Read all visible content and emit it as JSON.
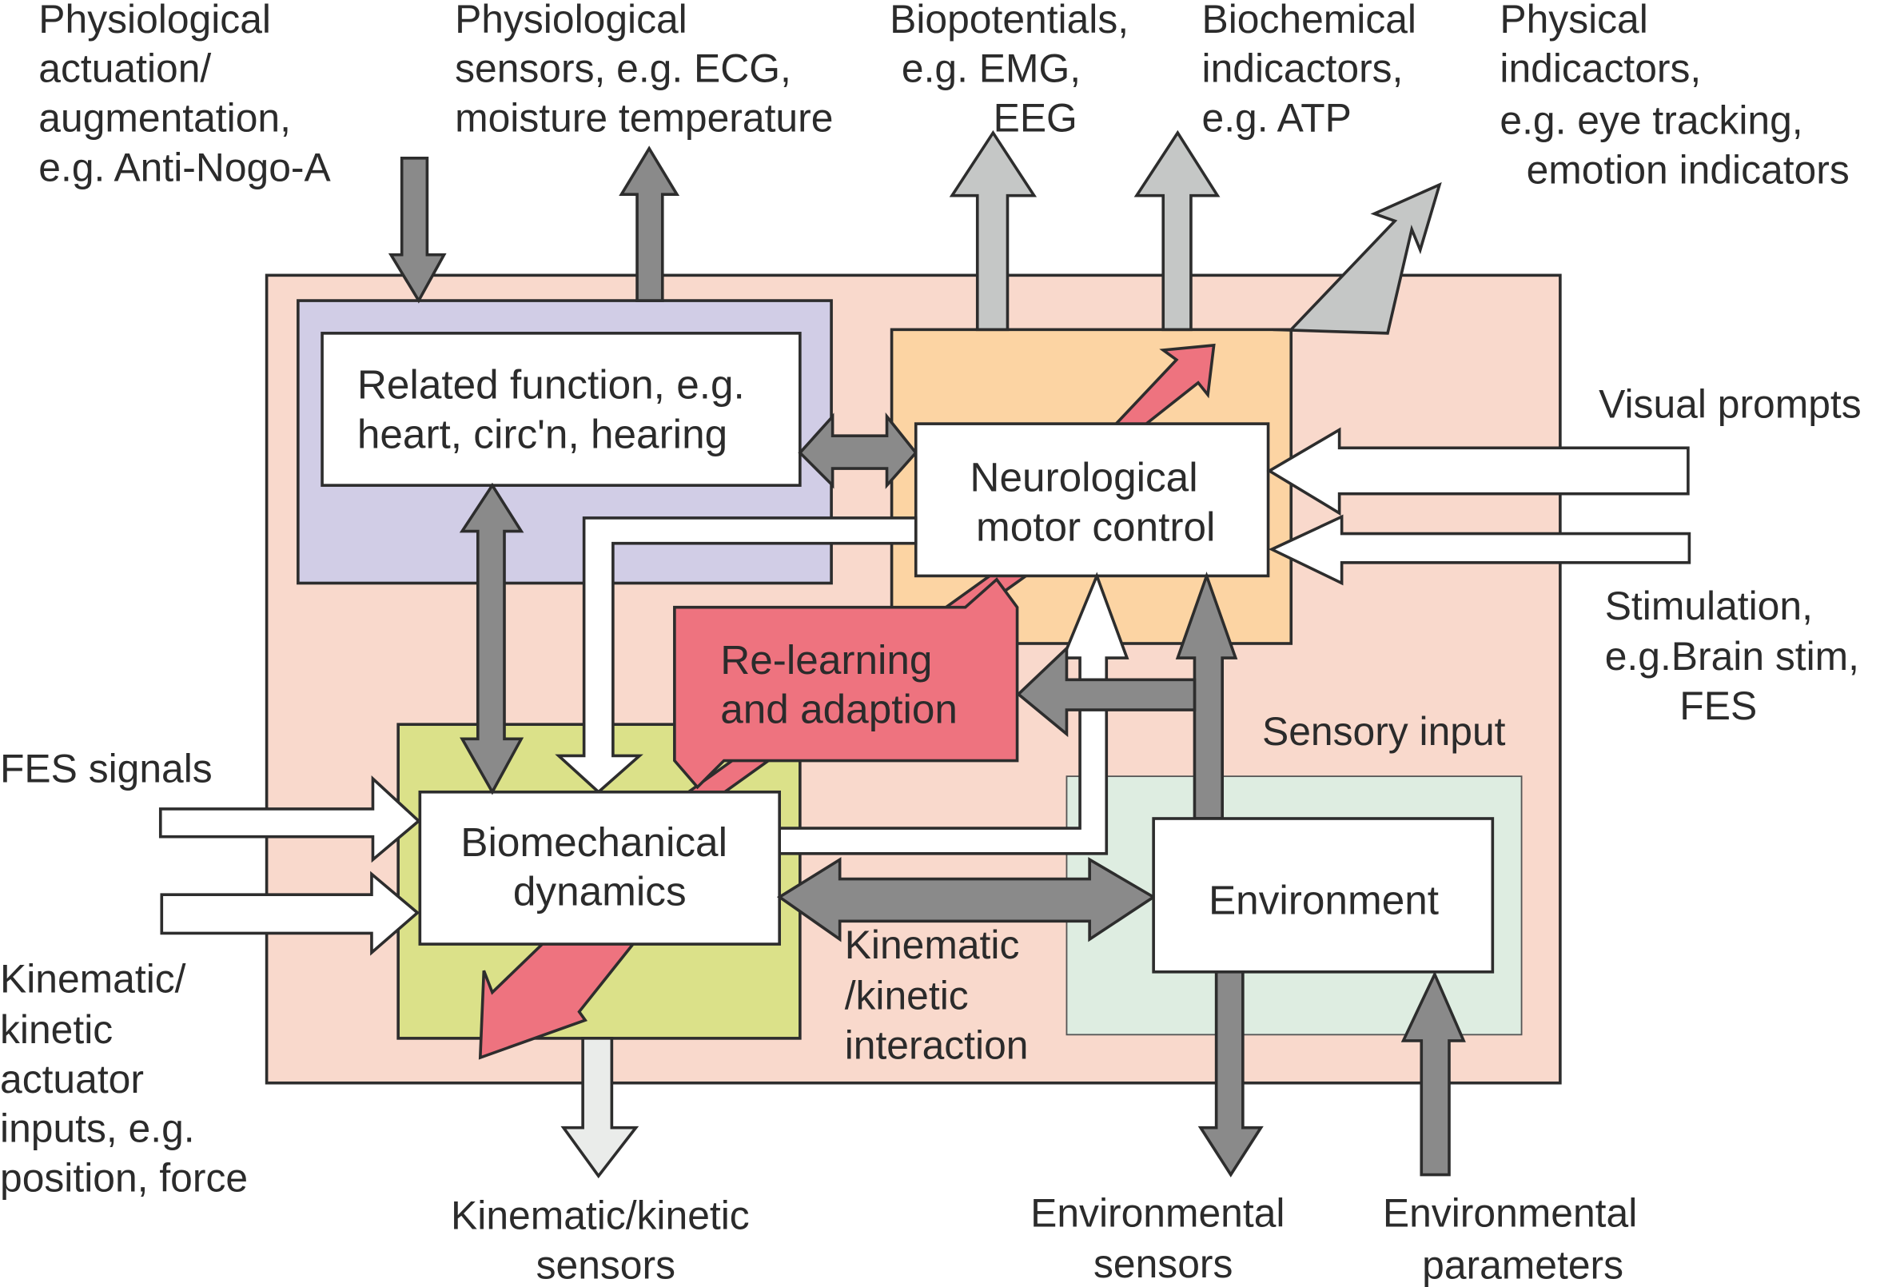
{
  "colors": {
    "outer_system": "#f9d9cc",
    "related_region": "#d1cde6",
    "neuro_region": "#fcd4a3",
    "relearning": "#ee737f",
    "biomech_region": "#dbe189",
    "environment_region": "#deede1",
    "box_fill": "#ffffff",
    "arrow_dark": "#8a8a8a",
    "arrow_light": "#c5c7c6",
    "arrow_white": "#ffffff",
    "arrow_pale": "#eaecea",
    "outline": "#2d2d2d"
  },
  "boxes": {
    "related_function": [
      "Related function, e.g.",
      "heart, circ'n, hearing"
    ],
    "neurological": [
      "Neurological",
      "motor control"
    ],
    "relearning": [
      "Re-learning",
      "and adaption"
    ],
    "biomechanical": [
      "Biomechanical",
      "dynamics"
    ],
    "environment": [
      "Environment"
    ]
  },
  "region_labels": {
    "sensory_input": "Sensory input",
    "kinematic_interaction": [
      "Kinematic",
      "/kinetic",
      "interaction"
    ]
  },
  "external_labels": {
    "physiological_actuation": [
      "Physiological",
      "actuation/",
      "augmentation,",
      "e.g. Anti-Nogo-A"
    ],
    "physiological_sensors": [
      "Physiological",
      "sensors, e.g. ECG,",
      "moisture temperature"
    ],
    "biopotentials": [
      "Biopotentials,",
      "e.g. EMG,",
      "EEG"
    ],
    "biochemical": [
      "Biochemical",
      "indicactors,",
      "e.g. ATP"
    ],
    "physical": [
      "Physical",
      "indicactors,",
      "e.g. eye tracking,",
      "emotion indicators"
    ],
    "visual_prompts": [
      "Visual prompts"
    ],
    "stimulation": [
      "Stimulation,",
      "e.g.Brain stim,",
      "FES"
    ],
    "fes_signals": [
      "FES signals"
    ],
    "kinematic_actuator": [
      "Kinematic/",
      "kinetic",
      "actuator",
      "inputs, e.g.",
      "position, force"
    ],
    "kinematic_sensors": [
      "Kinematic/kinetic",
      "sensors"
    ],
    "environmental_sensors": [
      "Environmental",
      "sensors"
    ],
    "environmental_parameters": [
      "Environmental",
      "parameters"
    ]
  }
}
